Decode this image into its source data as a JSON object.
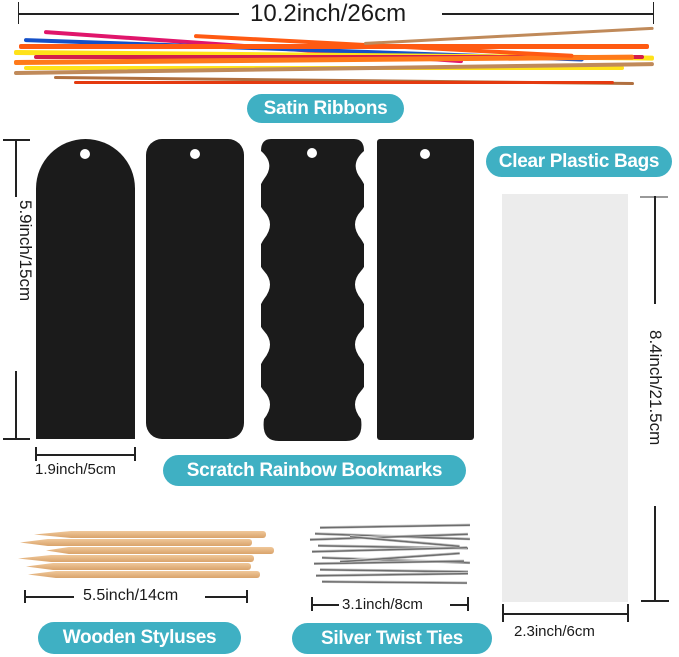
{
  "colors": {
    "pill_bg": "#3fb0c3",
    "pill_text": "#ffffff",
    "bookmark": "#1b1b1b",
    "bag": "#ececec",
    "dimension_line": "#222222"
  },
  "ribbons": {
    "label": "Satin Ribbons",
    "dimension": "10.2inch/26cm",
    "colors": [
      "#e0156b",
      "#ff5a12",
      "#ffe21a",
      "#1450c8",
      "#c08a5a",
      "#ff7a1a",
      "#d41e4a",
      "#b07040"
    ]
  },
  "bookmarks": {
    "label": "Scratch Rainbow Bookmarks",
    "height_dimension": "5.9inch/15cm",
    "width_dimension": "1.9inch/5cm",
    "shapes": [
      "arched",
      "rounded-rectangle",
      "scalloped",
      "rectangle"
    ]
  },
  "bags": {
    "label": "Clear Plastic Bags",
    "height_dimension": "8.4inch/21.5cm",
    "width_dimension": "2.3inch/6cm"
  },
  "styluses": {
    "label": "Wooden Styluses",
    "dimension": "5.5inch/14cm"
  },
  "twist_ties": {
    "label": "Silver Twist Ties",
    "dimension": "3.1inch/8cm"
  }
}
